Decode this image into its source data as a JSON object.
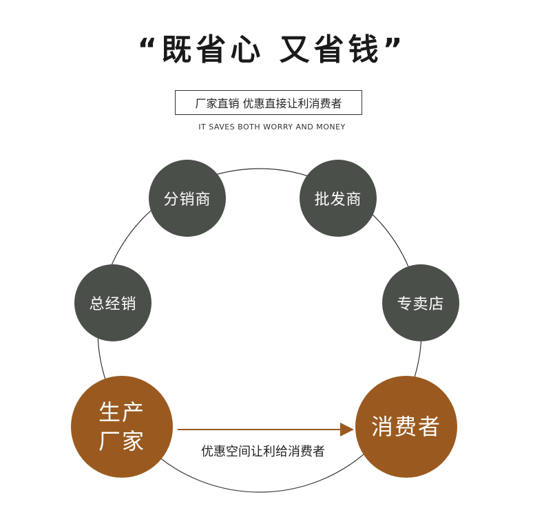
{
  "title": "“既省心 又省钱”",
  "subtitle": "厂家直销 优惠直接让利消费者",
  "subtitle_en": "IT SAVES BOTH WORRY AND MONEY",
  "nodes": {
    "distributor": "分销商",
    "wholesaler": "批发商",
    "general_agent": "总经销",
    "specialty_store": "专卖店",
    "manufacturer_line1": "生产",
    "manufacturer_line2": "厂家",
    "consumer": "消费者"
  },
  "flow_label": "优惠空间让利给消费者",
  "colors": {
    "gray_node": "#4b4f4a",
    "brown_node": "#9a5a1f",
    "arrow": "#9a5a1f"
  }
}
